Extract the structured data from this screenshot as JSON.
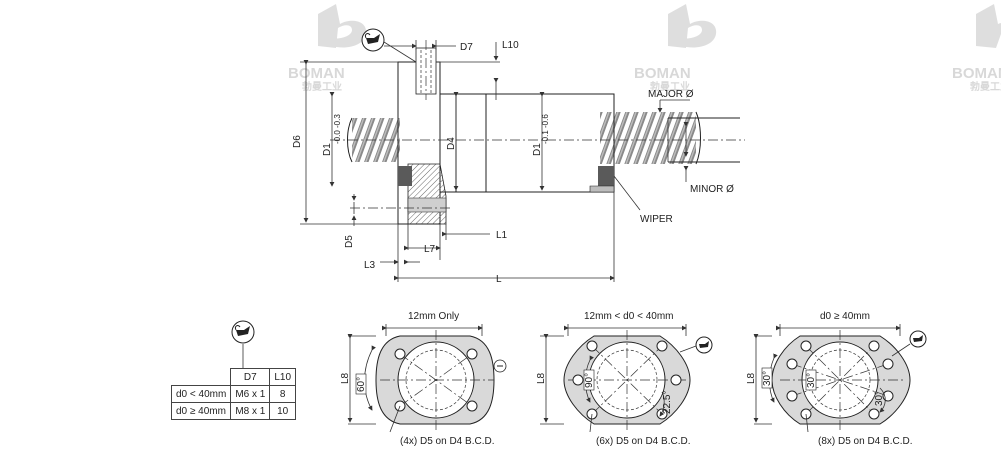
{
  "watermark": {
    "brand": "BOMAN",
    "subtitle": "勃曼工业"
  },
  "main_view": {
    "labels": {
      "d7": "D7",
      "l10": "L10",
      "d6": "D6",
      "d1_tol": "D1",
      "d1_tol_values": "-0.0 -0.3",
      "d4": "D4",
      "d1_right": "D1",
      "d1_right_tol": "-0.1 -0.6",
      "d5": "D5",
      "l1": "L1",
      "l7": "L7",
      "l3": "L3",
      "l": "L",
      "major": "MAJOR Ø",
      "minor": "MINOR Ø",
      "wiper": "WIPER"
    }
  },
  "lube_table": {
    "columns": [
      "D7",
      "L10"
    ],
    "rows": [
      {
        "cond": "d0 < 40mm",
        "d7": "M6 x 1",
        "l10": "8"
      },
      {
        "cond": "d0 ≥ 40mm",
        "d7": "M8 x 1",
        "l10": "10"
      }
    ]
  },
  "flange_views": [
    {
      "title": "12mm Only",
      "l8": "L8",
      "angle": "60°",
      "caption": "(4x) D5 on D4 B.C.D."
    },
    {
      "title": "12mm < d0 < 40mm",
      "l8": "L8",
      "angle": "90°",
      "angle2": "22.5°",
      "caption": "(6x) D5 on D4 B.C.D."
    },
    {
      "title": "d0 ≥ 40mm",
      "l8": "L8",
      "angle": "30°",
      "angle_inner": "30°",
      "angle2": "30°",
      "caption": "(8x) D5 on D4 B.C.D."
    }
  ],
  "icons": [
    "oil-can-icon"
  ]
}
